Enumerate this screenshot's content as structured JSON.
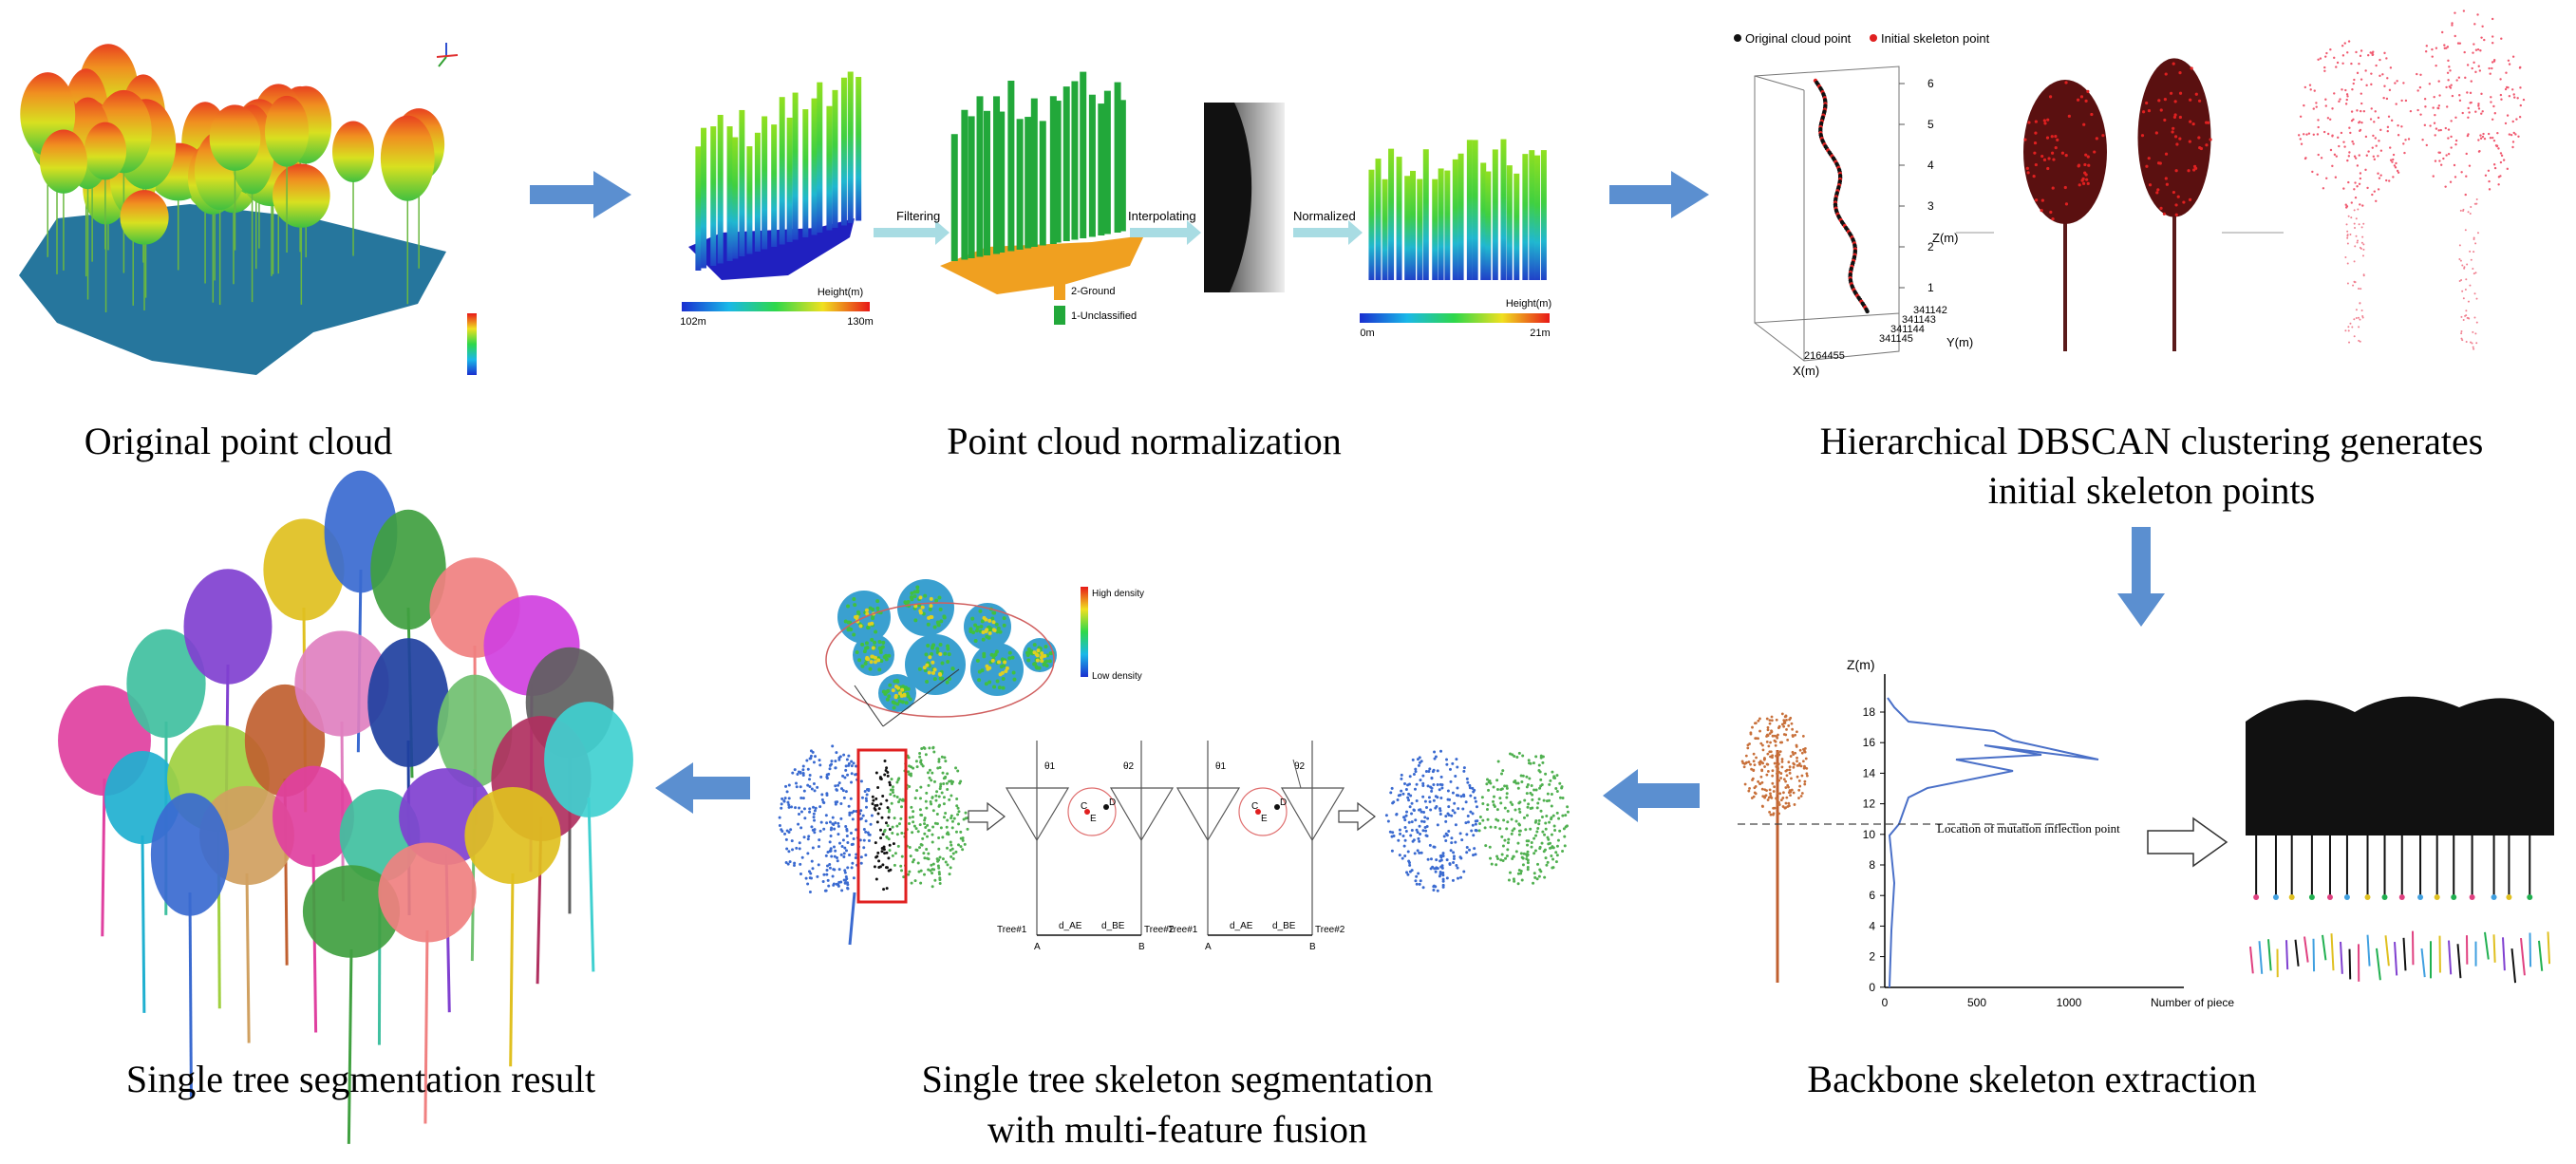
{
  "captions": {
    "original": "Original point cloud",
    "normalization": "Point cloud normalization",
    "dbscan_line1": "Hierarchical DBSCAN clustering generates",
    "dbscan_line2": "initial skeleton points",
    "backbone": "Backbone skeleton extraction",
    "skeleton_seg_line1": "Single tree skeleton segmentation",
    "skeleton_seg_line2": "with multi-feature fusion",
    "result": "Single tree segmentation result"
  },
  "normalization_panel": {
    "step_filtering": "Filtering",
    "step_interpolating": "Interpolating",
    "step_normalized": "Normalized",
    "height_label_1": "Height(m)",
    "height_min_1": "102m",
    "height_max_1": "130m",
    "legend_ground": "2-Ground",
    "legend_unclassified": "1-Unclassified",
    "height_label_2": "Height(m)",
    "height_min_2": "0m",
    "height_max_2": "21m"
  },
  "dbscan_panel": {
    "legend_original": "Original cloud point",
    "legend_initial": "Initial skeleton point",
    "z_axis": "Z(m)",
    "y_axis": "Y(m)",
    "x_axis": "X(m)",
    "z_ticks": [
      "6",
      "5",
      "4",
      "3",
      "2",
      "1"
    ],
    "y_ticks": [
      "341142",
      "341143",
      "341144",
      "341145"
    ],
    "x_tick": "2164455"
  },
  "density_panel": {
    "high": "High density",
    "low": "Low density"
  },
  "geometry_panel": {
    "tree1": "Tree#1",
    "tree2": "Tree#2",
    "point_a": "A",
    "point_b": "B",
    "d_ad": "d_AE",
    "d_be": "d_BE",
    "angle1": "θ1",
    "angle2": "θ2",
    "pt_c": "C",
    "pt_d": "D",
    "pt_e": "E"
  },
  "backbone_panel": {
    "y_axis": "Z(m)",
    "x_axis": "Number of piece",
    "y_ticks": [
      "18",
      "16",
      "14",
      "12",
      "10",
      "8",
      "6",
      "4",
      "2",
      "0"
    ],
    "x_ticks": [
      "0",
      "500",
      "1000"
    ],
    "annotation": "Location of mutation inflection point"
  },
  "colors": {
    "arrow": "#5b8fd0",
    "arrow_light": "#a8dce3",
    "ground_orange": "#f0a020",
    "tree_green": "#22a83a",
    "skeleton_red": "#e02020"
  }
}
